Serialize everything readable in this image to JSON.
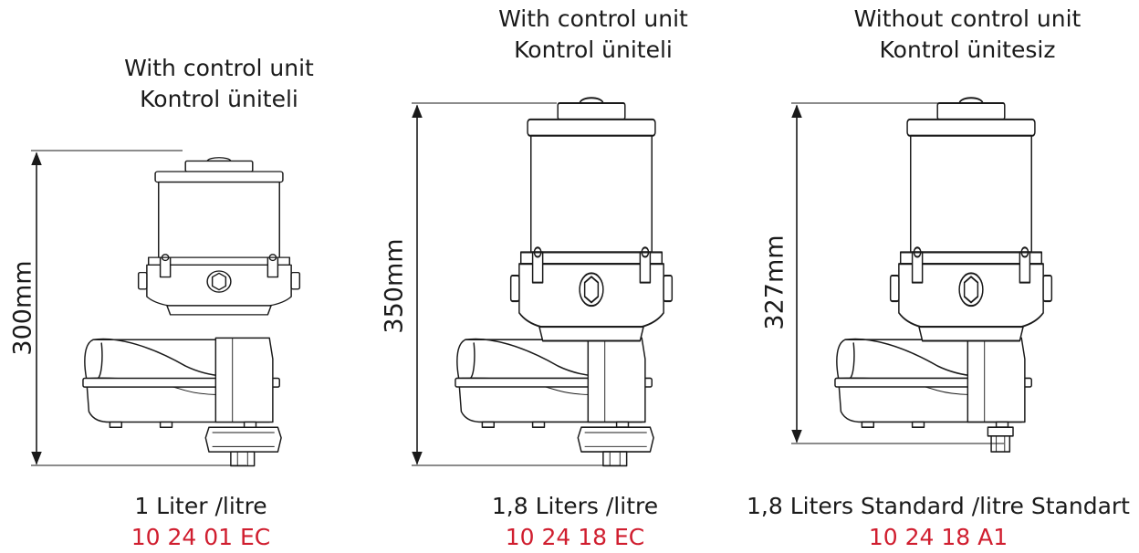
{
  "products": [
    {
      "header_line1": "With control unit",
      "header_line2": "Kontrol üniteli",
      "dimension": "300mm",
      "capacity": "1 Liter /litre",
      "code": "10 24 01 EC"
    },
    {
      "header_line1": "With control unit",
      "header_line2": "Kontrol üniteli",
      "dimension": "350mm",
      "capacity": "1,8 Liters /litre",
      "code": "10 24 18 EC"
    },
    {
      "header_line1": "Without control unit",
      "header_line2": "Kontrol ünitesiz",
      "dimension": "327mm",
      "capacity": "1,8 Liters Standard /litre Standart",
      "code": "10 24 18 A1"
    }
  ],
  "colors": {
    "code": "#d01e2f",
    "line": "#1a1a1a"
  }
}
